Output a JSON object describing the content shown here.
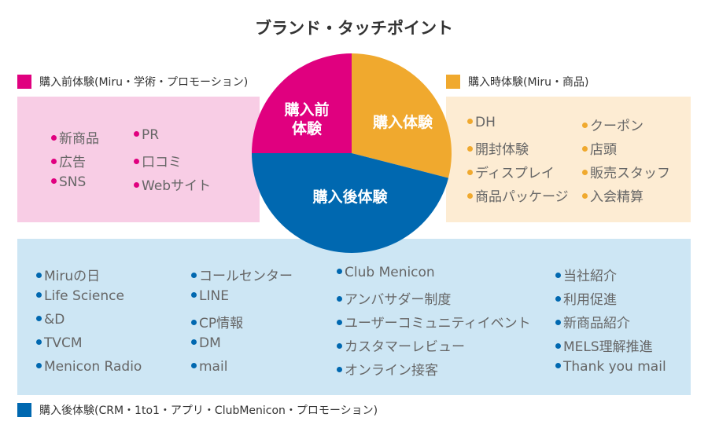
{
  "title": "ブランド・タッチポイント",
  "colors": {
    "pre": "#e0007f",
    "during": "#f0a92e",
    "post": "#0068b0",
    "pre_bg": "#f8cde5",
    "during_bg": "#fdecd3",
    "post_bg": "#cde6f4"
  },
  "pie": {
    "pre_label_1": "購入前",
    "pre_label_2": "体験",
    "during_label": "購入体験",
    "post_label": "購入後体験",
    "shares": {
      "pre": 25,
      "during": 29,
      "post": 46
    }
  },
  "pre": {
    "legend": "購入前体験(Miru・学術・プロモーション)",
    "items": [
      "新商品",
      "広告",
      "SNS",
      "PR",
      "口コミ",
      "Webサイト"
    ]
  },
  "during": {
    "legend": "購入時体験(Miru・商品)",
    "items": [
      "DH",
      "開封体験",
      "ディスプレイ",
      "商品パッケージ",
      "クーポン",
      "店頭",
      "販売スタッフ",
      "入会精算"
    ]
  },
  "post": {
    "legend": "購入後体験(CRM・1to1・アプリ・ClubMenicon・プロモーション)",
    "items": [
      "Miruの日",
      "Life Science",
      "&D",
      "TVCM",
      "Menicon Radio",
      "コールセンター",
      "LINE",
      "CP情報",
      "DM",
      "mail",
      "Club Menicon",
      "アンバサダー制度",
      "ユーザーコミュニティイベント",
      "カスタマーレビュー",
      "オンライン接客",
      "当社紹介",
      "利用促進",
      "新商品紹介",
      "MELS理解推進",
      "Thank you mail"
    ]
  }
}
